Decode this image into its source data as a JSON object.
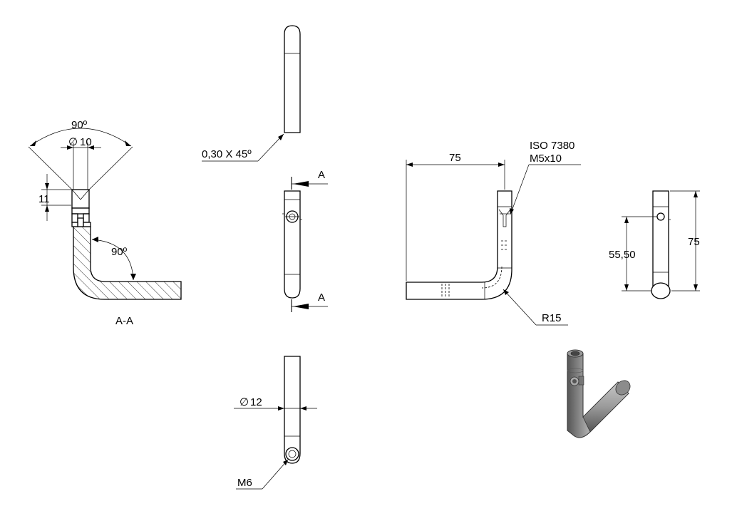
{
  "drawing": {
    "section_view": {
      "label": "A-A",
      "countersink_angle": "90º",
      "diameter": "10",
      "depth": "11",
      "bend_angle": "90º"
    },
    "side_view_top": {
      "chamfer": "0,30 X 45º"
    },
    "front_view": {
      "section_arrow_top": "A",
      "section_arrow_bottom": "A"
    },
    "end_view": {
      "diameter": "12",
      "thread": "M6"
    },
    "main_view": {
      "width": "75",
      "screw_standard": "ISO 7380",
      "screw_size": "M5x10",
      "bend_radius": "R15"
    },
    "right_view": {
      "height": "75",
      "hole_height": "55,50"
    }
  },
  "symbols": {
    "diameter": "∅"
  }
}
